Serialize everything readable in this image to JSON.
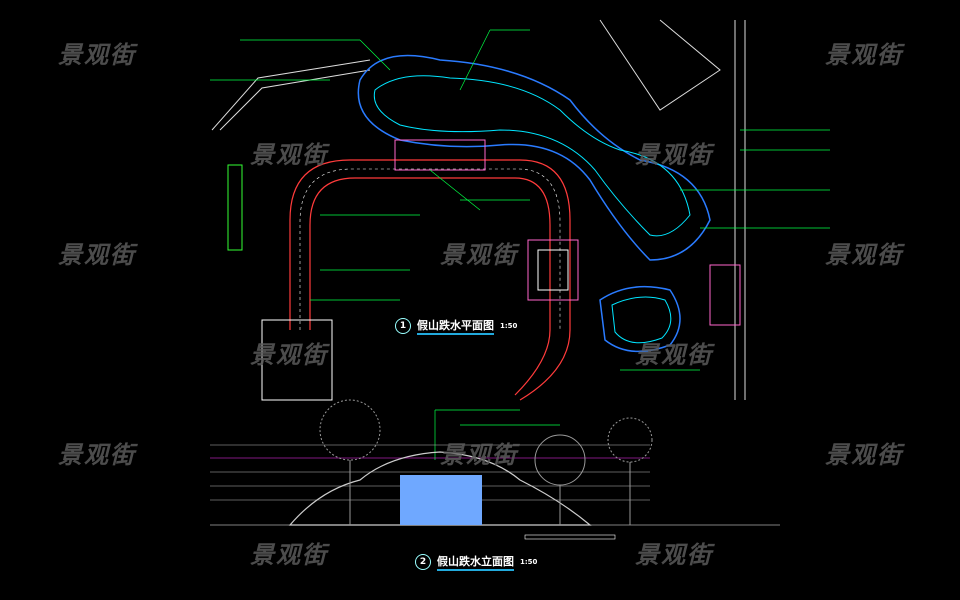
{
  "watermark": "景观街",
  "plan_title": {
    "number": "1",
    "text": "假山跌水平面图",
    "scale": "1:50"
  },
  "elevation_title": {
    "number": "2",
    "text": "假山跌水立面图",
    "scale": "1:50"
  },
  "colors": {
    "background": "#000000",
    "rock": "#2a7bff",
    "pond": "#00e5ff",
    "path": "#ff3b3b",
    "leader": "#00ff44",
    "wall": "#ff66cc",
    "water": "#6fa8ff"
  }
}
